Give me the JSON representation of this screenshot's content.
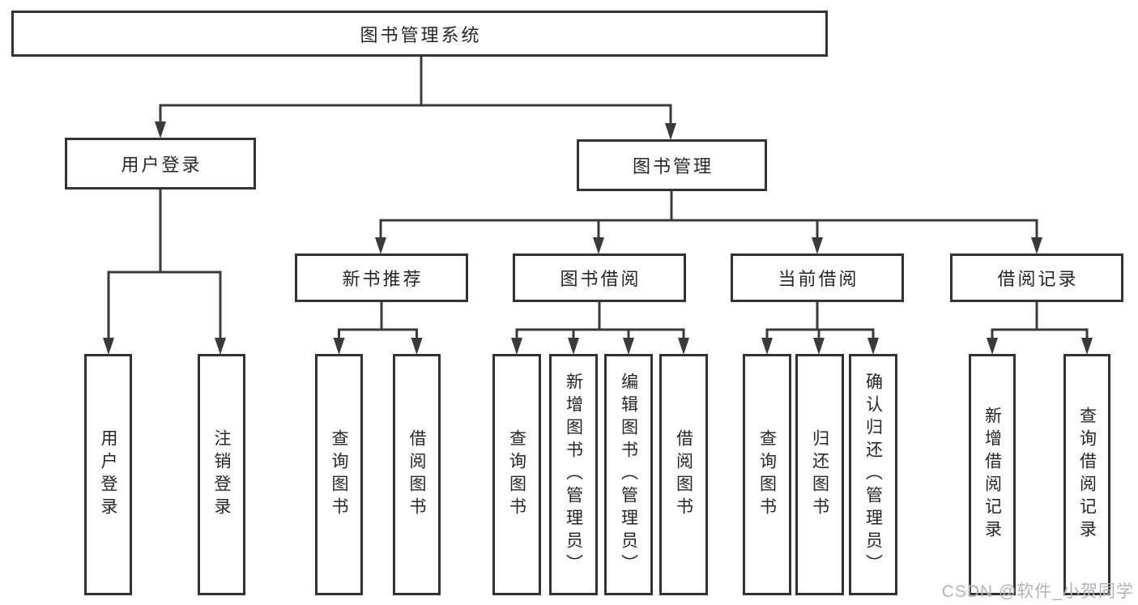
{
  "diagram": {
    "root_label": "图书管理系统",
    "level2": [
      {
        "label": "用户登录"
      },
      {
        "label": "图书管理"
      }
    ],
    "level3": [
      {
        "label": "新书推荐"
      },
      {
        "label": "图书借阅"
      },
      {
        "label": "当前借阅"
      },
      {
        "label": "借阅记录"
      }
    ],
    "leaves": {
      "user": [
        "用户登录",
        "注销登录"
      ],
      "recommend": [
        "查询图书",
        "借阅图书"
      ],
      "borrow": [
        "查询图书",
        "新增图书（管理员）",
        "编辑图书（管理员）",
        "借阅图书"
      ],
      "current": [
        "查询图书",
        "归还图书",
        "确认归还（管理员）"
      ],
      "records": [
        "新增借阅记录",
        "查询借阅记录"
      ]
    }
  },
  "watermark": {
    "text": "CSDN @软件_小贺同学"
  },
  "colors": {
    "background": "#ffffff",
    "box_fill": "#ffffff",
    "box_border": "#333333",
    "line": "#3a3a3a",
    "text": "#262626",
    "watermark": "#aeb3ba"
  }
}
